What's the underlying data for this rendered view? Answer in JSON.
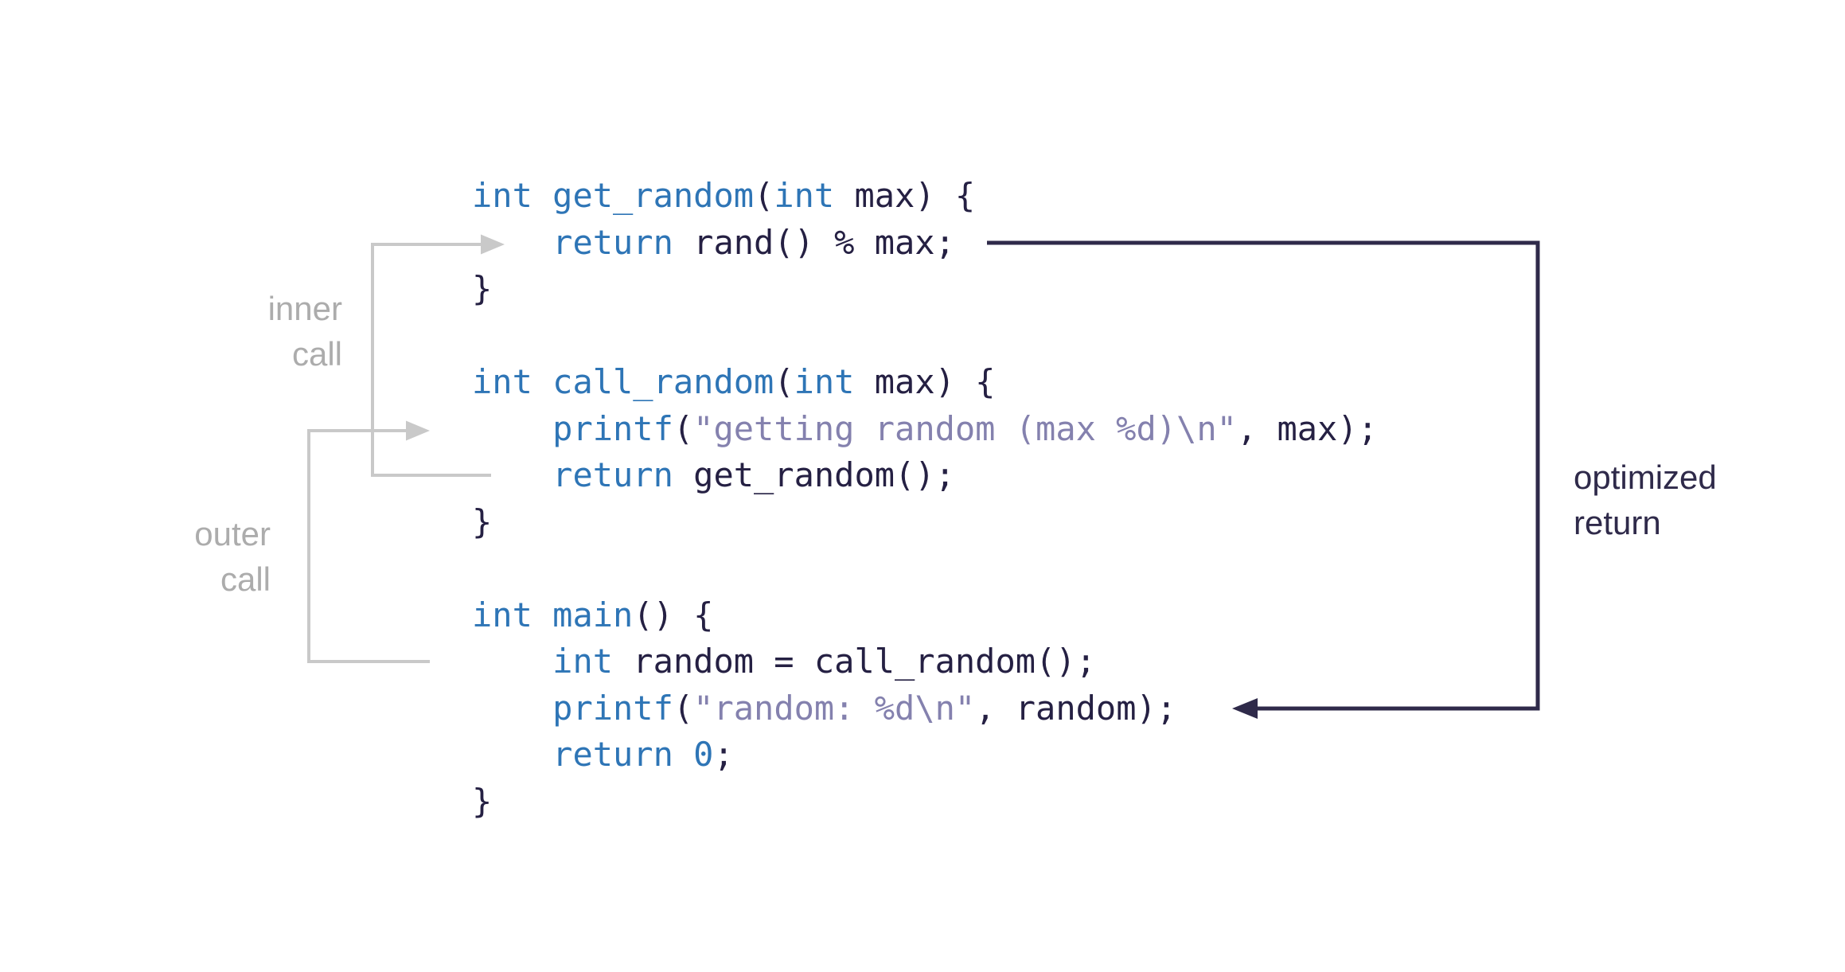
{
  "colors": {
    "background": "#FFFFFF",
    "keyword_blue": "#2E75B6",
    "string_purple": "#8481AE",
    "code_dark": "#252043",
    "arrow_gray": "#C9C9C9",
    "label_gray": "#ACACAC",
    "arrow_dark": "#2F2A4A"
  },
  "code": {
    "language": "c",
    "lines": [
      {
        "tokens": [
          {
            "t": "kw",
            "v": "int"
          },
          {
            "t": "plain",
            "v": " "
          },
          {
            "t": "kw",
            "v": "get_random"
          },
          {
            "t": "plain",
            "v": "("
          },
          {
            "t": "kw",
            "v": "int"
          },
          {
            "t": "plain",
            "v": " max) {"
          }
        ]
      },
      {
        "tokens": [
          {
            "t": "plain",
            "v": "    "
          },
          {
            "t": "kw",
            "v": "return"
          },
          {
            "t": "plain",
            "v": " rand() % max;"
          }
        ]
      },
      {
        "tokens": [
          {
            "t": "plain",
            "v": "}"
          }
        ]
      },
      {
        "tokens": []
      },
      {
        "tokens": [
          {
            "t": "kw",
            "v": "int"
          },
          {
            "t": "plain",
            "v": " "
          },
          {
            "t": "kw",
            "v": "call_random"
          },
          {
            "t": "plain",
            "v": "("
          },
          {
            "t": "kw",
            "v": "int"
          },
          {
            "t": "plain",
            "v": " max) {"
          }
        ]
      },
      {
        "tokens": [
          {
            "t": "plain",
            "v": "    "
          },
          {
            "t": "kw",
            "v": "printf"
          },
          {
            "t": "plain",
            "v": "("
          },
          {
            "t": "str",
            "v": "\"getting random (max %d)\\n\""
          },
          {
            "t": "plain",
            "v": ", max);"
          }
        ]
      },
      {
        "tokens": [
          {
            "t": "plain",
            "v": "    "
          },
          {
            "t": "kw",
            "v": "return"
          },
          {
            "t": "plain",
            "v": " get_random();"
          }
        ]
      },
      {
        "tokens": [
          {
            "t": "plain",
            "v": "}"
          }
        ]
      },
      {
        "tokens": []
      },
      {
        "tokens": [
          {
            "t": "kw",
            "v": "int"
          },
          {
            "t": "plain",
            "v": " "
          },
          {
            "t": "kw",
            "v": "main"
          },
          {
            "t": "plain",
            "v": "() {"
          }
        ]
      },
      {
        "tokens": [
          {
            "t": "plain",
            "v": "    "
          },
          {
            "t": "kw",
            "v": "int"
          },
          {
            "t": "plain",
            "v": " random = call_random();"
          }
        ]
      },
      {
        "tokens": [
          {
            "t": "plain",
            "v": "    "
          },
          {
            "t": "kw",
            "v": "printf"
          },
          {
            "t": "plain",
            "v": "("
          },
          {
            "t": "str",
            "v": "\"random: %d\\n\""
          },
          {
            "t": "plain",
            "v": ", random);"
          }
        ]
      },
      {
        "tokens": [
          {
            "t": "plain",
            "v": "    "
          },
          {
            "t": "kw",
            "v": "return"
          },
          {
            "t": "plain",
            "v": " "
          },
          {
            "t": "num",
            "v": "0"
          },
          {
            "t": "plain",
            "v": ";"
          }
        ]
      },
      {
        "tokens": [
          {
            "t": "plain",
            "v": "}"
          }
        ]
      }
    ]
  },
  "annotations": {
    "inner_call": {
      "lines": [
        "inner",
        "call"
      ]
    },
    "outer_call": {
      "lines": [
        "outer",
        "call"
      ]
    },
    "optimized_return": {
      "lines": [
        "optimized",
        "return"
      ]
    }
  }
}
